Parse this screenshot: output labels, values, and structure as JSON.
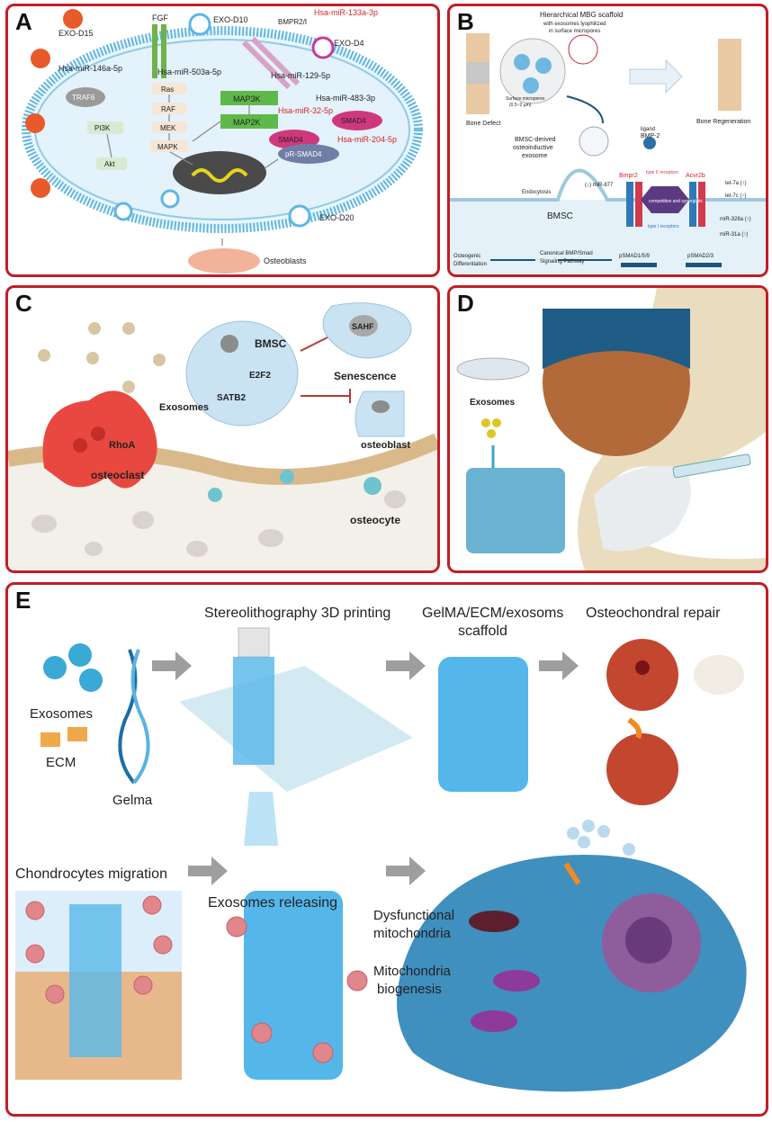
{
  "panelA": {
    "letter": "A",
    "exo_d15": "EXO-D15",
    "exo_d10": "EXO-D10",
    "exo_d4": "EXO-D4",
    "exo_d20": "EXO-D20",
    "fgf": "FGF",
    "bmpr": "BMPR2/Ⅰ",
    "mir133": "Hsa-miR-133a-3p",
    "mir146": "Hsa-miR-146a-5p",
    "mir503": "Hsa-miR-503a-5p",
    "mir129": "Hsa-miR-129-5p",
    "mir483": "Hsa-miR-483-3p",
    "mir32": "Hsa-miR-32-5p",
    "mir204": "Hsa-miR-204-5p",
    "traf6": "TRAF6",
    "pi3k": "PI3K",
    "akt": "Akt",
    "ras": "Ras",
    "raf": "RAF",
    "mek": "MEK",
    "mapk": "MAPK",
    "map3k": "MAP3K",
    "map2k": "MAP2K",
    "smad4a": "SMAD4",
    "smad4b": "SMAD4",
    "prsmad4": "pR-SMAD4",
    "osteoblasts": "Osteoblasts"
  },
  "panelB": {
    "letter": "B",
    "scaffold_title": "Hierarchical MBG scaffold",
    "scaffold_sub1": "with exosomes lyophilized",
    "scaffold_sub2": "in surface micropores",
    "bone_defect": "Bone Defect",
    "bone_regen": "Bone Regeneration",
    "surface_micro": "Surface micropores",
    "surface_micro_size": "(0.5~2 μm)",
    "bmsc_derived": "BMSC-derived",
    "osteoinductive": "osteoinductive",
    "exosome": "exosome",
    "ligand": "ligand",
    "bmp2": "BMP-2",
    "type2": "type II receptors",
    "type1": "type I receptors",
    "endocytosis": "Endocytosis",
    "mir877": "(↓) miR-877",
    "bmpr2": "Bmpr2",
    "acvr2b": "Acvr2b",
    "competitive": "competitive and synergistic",
    "let7a": "let-7a (↑)",
    "let7c": "let-7c (↑)",
    "mir328": "miR-328a (↑)",
    "mir31": "miR-31a (↑)",
    "bmsc": "BMSC",
    "psmad159": "pSMAD1/5/9",
    "psmad23": "pSMAD2/3",
    "osteogenic": "Osteogenic",
    "differentiation": "Differentiation",
    "canonical1": "Canonical BMP/Smad",
    "canonical2": "Signaling Pathway"
  },
  "panelC": {
    "letter": "C",
    "bmsc": "BMSC",
    "sahf": "SAHF",
    "e2f2": "E2F2",
    "satb2": "SATB2",
    "exosomes": "Exosomes",
    "senescence": "Senescence",
    "osteoblast": "osteoblast",
    "rhoa": "RhoA",
    "osteoclast": "osteoclast",
    "osteocyte": "osteocyte"
  },
  "panelD": {
    "letter": "D",
    "exosomes": "Exosomes"
  },
  "panelE": {
    "letter": "E",
    "step1": "Stereolithography 3D printing",
    "step2a": "GelMA/ECM/exosoms",
    "step2b": "scaffold",
    "step3": "Osteochondral repair",
    "exosomes": "Exosomes",
    "ecm": "ECM",
    "gelma": "Gelma",
    "migration": "Chondrocytes migration",
    "releasing": "Exosomes releasing",
    "dysf1": "Dysfunctional",
    "dysf2": "mitochondria",
    "bio1": "Mitochondria",
    "bio2": "biogenesis"
  },
  "colors": {
    "frame": "#c21d26",
    "label_red": "#d4232b",
    "cell_blue": "#bfe0f4",
    "scaffold_blue": "#49b3ea"
  }
}
